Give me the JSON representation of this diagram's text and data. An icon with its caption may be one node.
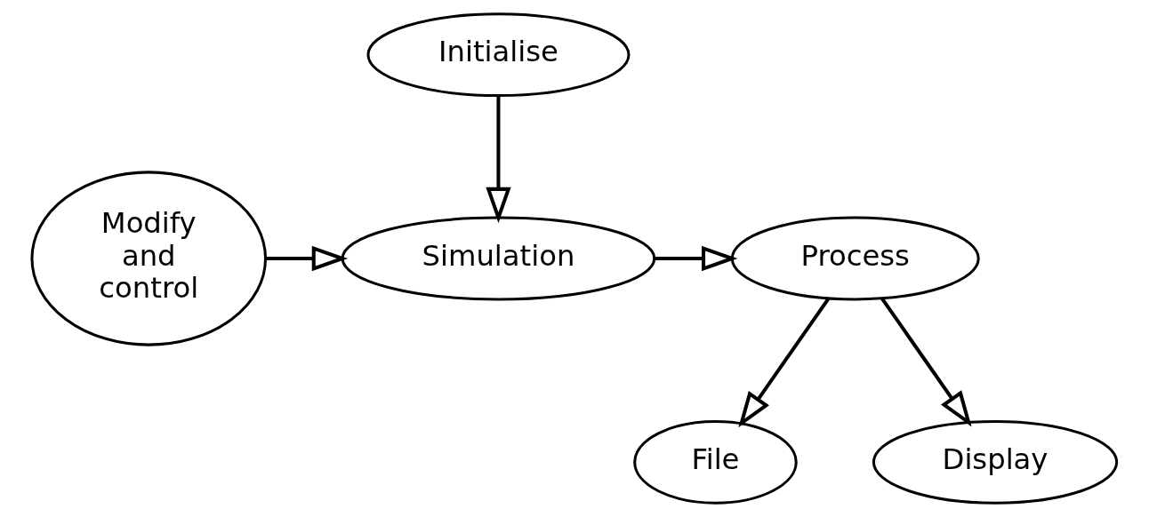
{
  "diagram": {
    "nodes": [
      {
        "text": [
          "Initialise"
        ]
      },
      {
        "text": [
          "Modify and control"
        ]
      },
      {
        "text": [
          "Simulation"
        ]
      },
      {
        "text": [
          "Process"
        ]
      },
      {
        "text": [
          "File"
        ]
      },
      {
        "text": [
          "Display"
        ]
      }
    ],
    "edges": [
      {
        "from": 0,
        "to": 2,
        "arrow": "to"
      },
      {
        "from": 1,
        "to": 2,
        "arrow": "to"
      },
      {
        "from": 2,
        "to": 3,
        "arrow": "to"
      },
      {
        "from": 3,
        "to": 4,
        "arrow": "to"
      },
      {
        "from": 3,
        "to": 5,
        "arrow": "to"
      }
    ]
  }
}
